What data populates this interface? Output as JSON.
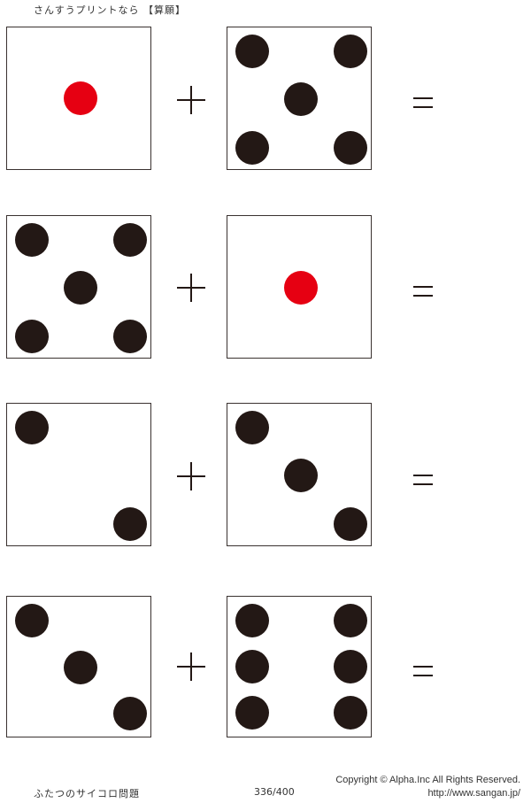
{
  "header": {
    "title": "さんすうプリントなら 【算願】"
  },
  "problems": [
    {
      "left_die": 1,
      "right_die": 5,
      "operator": "+",
      "equals": "=",
      "left_color": "red",
      "right_color": "black"
    },
    {
      "left_die": 5,
      "right_die": 1,
      "operator": "+",
      "equals": "=",
      "left_color": "black",
      "right_color": "red"
    },
    {
      "left_die": 2,
      "right_die": 3,
      "operator": "+",
      "equals": "=",
      "left_color": "black",
      "right_color": "black"
    },
    {
      "left_die": 3,
      "right_die": 6,
      "operator": "+",
      "equals": "=",
      "left_color": "black",
      "right_color": "black"
    }
  ],
  "colors": {
    "pip_black": "#231815",
    "pip_red": "#e60012",
    "border": "#3a3230"
  },
  "footer": {
    "title": "ふたつのサイコロ問題",
    "page": "336/400",
    "copyright": "Copyright ©  Alpha.Inc All Rights Reserved.",
    "url": "http://www.sangan.jp/"
  }
}
